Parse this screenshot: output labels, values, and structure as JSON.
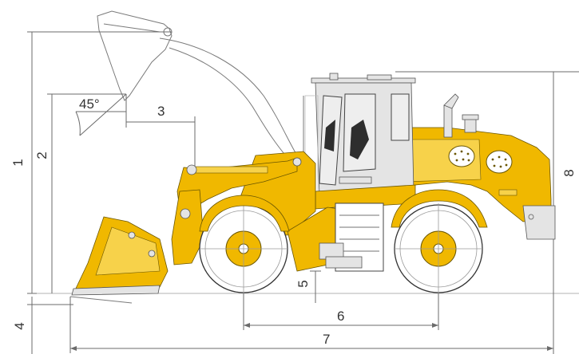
{
  "dimension_labels": {
    "d1": "1",
    "d2": "2",
    "d3": "3",
    "d4": "4",
    "d5": "5",
    "d6": "6",
    "d7": "7",
    "d8": "8"
  },
  "angle_label": "45°",
  "colors": {
    "machine_yellow": "#f0b800",
    "outline": "#6a5600",
    "dimension_lines": "#6b6b6b",
    "background": "#ffffff"
  }
}
